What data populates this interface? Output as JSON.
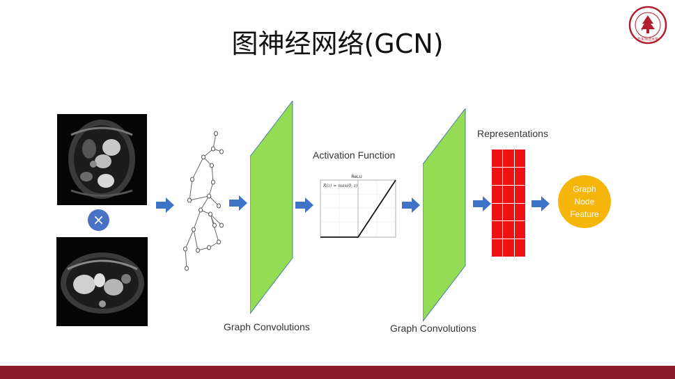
{
  "slide": {
    "title": "图神经网络(GCN)",
    "logo_text": "EAST CHINA NORMAL UNIVERSITY"
  },
  "labels": {
    "activation_function": "Activation Function",
    "representations": "Representations",
    "graph_convolutions_1": "Graph Convolutions",
    "graph_convolutions_2": "Graph Convolutions",
    "node_feature": "Graph\nNode\nFeature",
    "multiply_symbol": "×"
  },
  "relu_chart": {
    "title": "ReLU",
    "formula": "R(z) = max(0, z)"
  },
  "colors": {
    "arrow_blue": "#3f73c8",
    "panel_green": "#94dc54",
    "representation_red": "#ee1111",
    "node_orange": "#f5b50a",
    "footer_red": "#8c1c2a",
    "logo_red": "#b21e2e"
  },
  "representation_grid": {
    "rows": 6,
    "cols": 3
  }
}
